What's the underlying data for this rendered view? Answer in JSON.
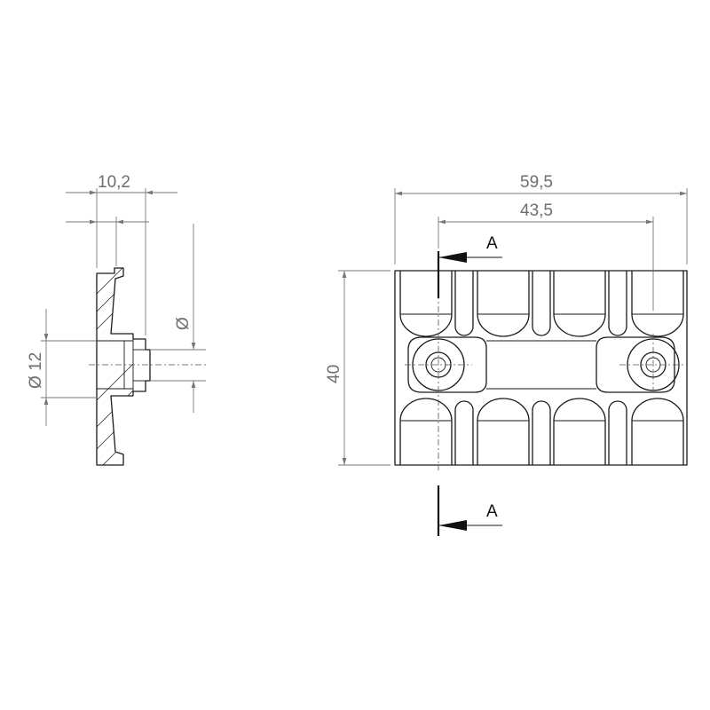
{
  "side_view": {
    "dim_top": "10,2",
    "dim_dia_small": "Ø 12",
    "dim_dia_large": "Ø"
  },
  "front_view": {
    "dim_overall_width": "59,5",
    "dim_hole_spacing": "43,5",
    "dim_height": "40",
    "section_label_top": "A",
    "section_label_bottom": "A"
  }
}
